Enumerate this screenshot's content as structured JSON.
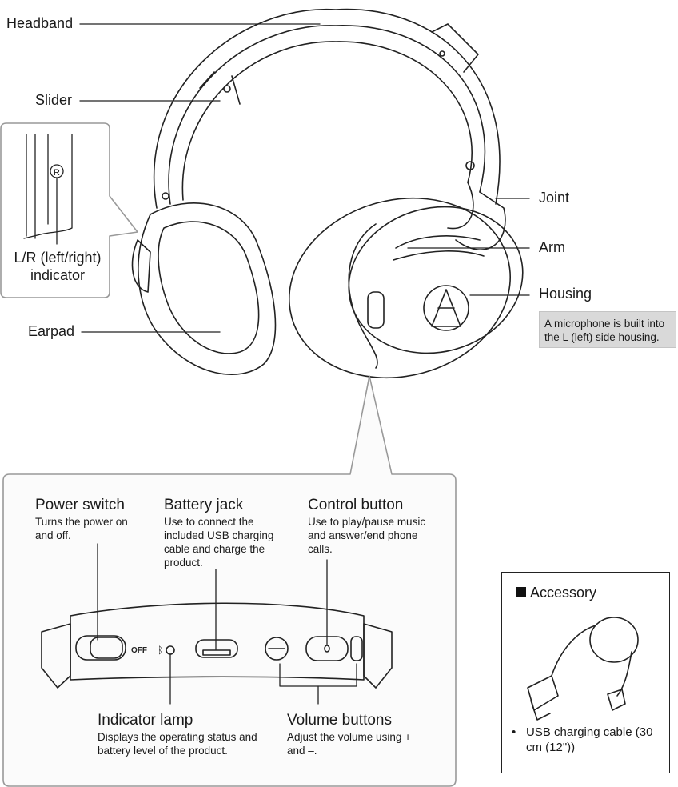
{
  "labels": {
    "headband": "Headband",
    "slider": "Slider",
    "lr_indicator": "L/R (left/right) indicator",
    "earpad": "Earpad",
    "joint": "Joint",
    "arm": "Arm",
    "housing": "Housing"
  },
  "housing_note": "A microphone is built into the L (left) side housing.",
  "controls": {
    "power_switch": {
      "title": "Power switch",
      "desc": "Turns the power on and off."
    },
    "battery_jack": {
      "title": "Battery jack",
      "desc": "Use to connect the included USB charging cable and charge the product."
    },
    "control_button": {
      "title": "Control button",
      "desc": "Use to play/pause music and answer/end phone calls."
    },
    "indicator_lamp": {
      "title": "Indicator lamp",
      "desc": "Displays the operating status and battery level of the product."
    },
    "volume_buttons": {
      "title": "Volume buttons",
      "desc": "Adjust the volume using + and –."
    },
    "off_marking": "OFF"
  },
  "accessory": {
    "heading": "Accessory",
    "item": "USB charging cable (30 cm (12\"))"
  }
}
